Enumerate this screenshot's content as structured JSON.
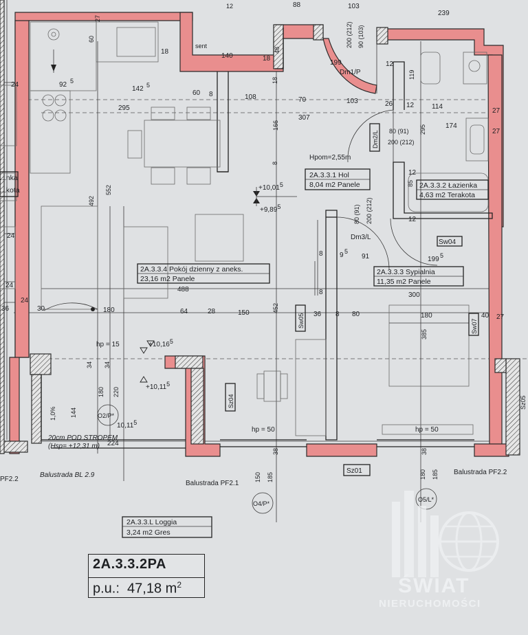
{
  "unit": {
    "code": "2A.3.3.2PA",
    "area_label": "p.u.:",
    "area_value": "47,18 m",
    "area_exp": "2"
  },
  "rooms": [
    {
      "id": "2A.3.3.1",
      "name": "Hol",
      "area": "8,04 m2",
      "finish": "Panele"
    },
    {
      "id": "2A.3.3.2",
      "name": "Łazienka",
      "area": "4,63 m2",
      "finish": "Terakota"
    },
    {
      "id": "2A.3.3.3",
      "name": "Sypialnia",
      "area": "11,35 m2",
      "finish": "Panele"
    },
    {
      "id": "2A.3.3.4",
      "name": "Pokój dzienny z aneks.",
      "area": "23,16 m2",
      "finish": "Panele"
    },
    {
      "id": "2A.3.3.L",
      "name": "Loggia",
      "area": "3,24 m2",
      "finish": "Gres"
    }
  ],
  "neighbor": {
    "name": "...nka",
    "finish": "...kota"
  },
  "labels": {
    "height": "Hpom=2,55m",
    "level_top": "+10,01",
    "level_top_exp": "5",
    "level_bottom": "+9,89",
    "level_bottom_exp": "5",
    "level_hp15": "hp = 15",
    "level_1016": "+10,16",
    "level_1016_exp": "5",
    "level_1011": "+10,11",
    "level_1011_exp": "5",
    "level_1011b": "10,11",
    "level_1011b_exp": "5",
    "hp50_left": "hp = 50",
    "hp50_right": "hp = 50",
    "pod_stropem": "20cm POD STROPEM",
    "hsp": "(Hsp= +12,31 m)",
    "percent": "1,0%",
    "sent": "sent",
    "balustrada_left": "Balustrada BL 2.9",
    "balustrada_mid": "Balustrada PF2.1",
    "balustrada_right": "Balustrada PF2.2",
    "pf_left": "PF2.2",
    "door_dm1": "Dm1/P",
    "door_dm2": "Dm2/L",
    "door_dm3": "Dm3/L",
    "win_sw04": "Sw04",
    "win_sw05": "Sw05",
    "win_sw07": "Sw07",
    "win_sz04": "Sz04",
    "win_sz01": "Sz01",
    "win_sz05": "Sz05",
    "col_o2": "O2/P*",
    "col_o4": "O4/P*",
    "col_o5": "O5/L*"
  },
  "dimensions": {
    "d88": "88",
    "d103_top": "103",
    "d239": "239",
    "d12_a": "12",
    "d18_a": "18",
    "d60_a": "60",
    "d27_top": "27",
    "d18_b": "18",
    "d140": "140",
    "d18_c": "18",
    "d48": "48",
    "d200_212_a": "200 (212)",
    "d90_103": "90 (103)",
    "d199": "199",
    "d12_b": "12",
    "d119": "119",
    "d12_c": "12",
    "d24_a": "24",
    "d92": "92",
    "d92_exp": "5",
    "d142": "142",
    "d142_exp": "5",
    "d60_b": "60",
    "d8_a": "8",
    "d108": "108",
    "d18_d": "18",
    "d70": "70",
    "d103_b": "103",
    "d26": "26",
    "d12_d": "12",
    "d114": "114",
    "d27_a": "27",
    "d295_a": "295",
    "d166": "166",
    "d307": "307",
    "d80_91_a": "80 (91)",
    "d200_212_b": "200 (212)",
    "d295_b": "295",
    "d174": "174",
    "d27_b": "27",
    "d552": "552",
    "d492": "492",
    "d8_b": "8",
    "d80_91_b": "80 (91)",
    "d200_212_c": "200 (212)",
    "d85": "85",
    "d12_e": "12",
    "d12_f": "12",
    "d24_b": "24",
    "d8_c": "8",
    "d9": "9",
    "d9_exp": "5",
    "d91": "91",
    "d199_b": "199",
    "d199_b_exp": "5",
    "d488": "488",
    "d8_d": "8",
    "d300": "300",
    "d24_c": "24",
    "d24_d": "24",
    "d36": "36",
    "d30": "30",
    "d180_a": "180",
    "d64": "64",
    "d28": "28",
    "d150_a": "150",
    "d452": "452",
    "d36_b": "36",
    "d8_e": "8",
    "d80": "80",
    "d180_b": "180",
    "d40": "40",
    "d27_c": "27",
    "d385": "385",
    "d34_a": "34",
    "d34_b": "34",
    "d180_c": "180",
    "d220": "220",
    "d144": "144",
    "d224": "224",
    "d38_a": "38",
    "d38_b": "38",
    "d150_b": "150",
    "d185_a": "185",
    "d180_d": "180",
    "d185_b": "185"
  },
  "brand": {
    "title": "ŚWIAT",
    "subtitle": "NIERUCHOMOŚCI"
  },
  "colors": {
    "wall_red": "#e98e8e",
    "paper": "#dfe1e3",
    "ink": "#1d1f22"
  }
}
